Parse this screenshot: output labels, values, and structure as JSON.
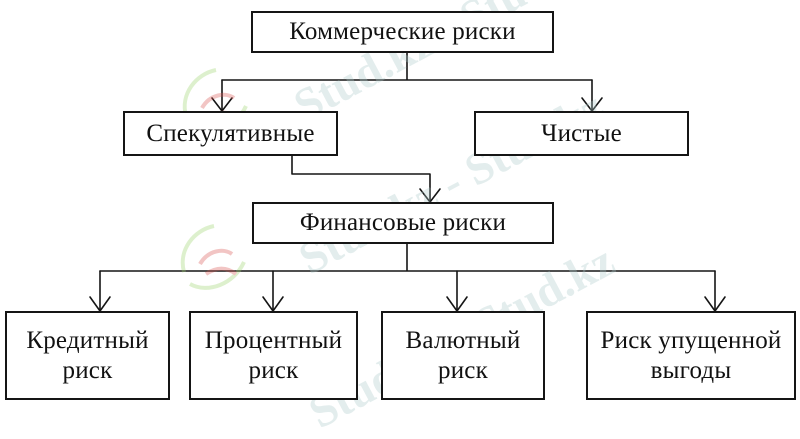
{
  "diagram": {
    "root": "Коммерческие риски",
    "left_branch": "Спекулятивные",
    "right_branch": "Чистые",
    "middle": "Финансовые риски",
    "leaves": [
      "Кредитный\nриск",
      "Процентный\nриск",
      "Валютный\nриск",
      "Риск упущенной\nвыгоды"
    ]
  },
  "watermark": {
    "text": "Stud.kz - Stud.kz"
  },
  "colors": {
    "line": "#151515",
    "watermark": "#aac8c8",
    "logo_green": "#9bd46a",
    "logo_red": "#d9534f"
  }
}
